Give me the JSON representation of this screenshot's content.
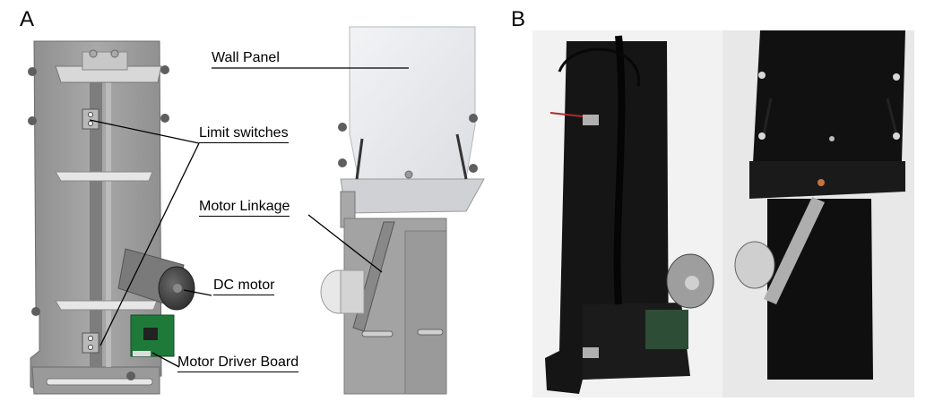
{
  "panel_a": {
    "letter": "A"
  },
  "panel_b": {
    "letter": "B"
  },
  "callouts": {
    "wall_panel": "Wall Panel",
    "limit_switches": "Limit switches",
    "motor_linkage": "Motor Linkage",
    "dc_motor": "DC motor",
    "motor_driver_board": "Motor Driver Board"
  }
}
